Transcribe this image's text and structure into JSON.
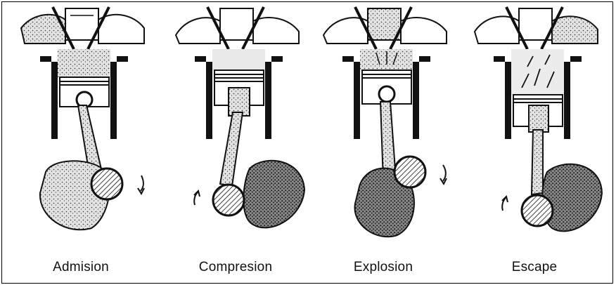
{
  "stages": [
    {
      "label": "Admision"
    },
    {
      "label": "Compresion"
    },
    {
      "label": "Explosion"
    },
    {
      "label": "Escape"
    }
  ],
  "colors": {
    "ink": "#111111",
    "fill_light": "#d8d8d8",
    "fill_dark": "#4a4a4a",
    "paper": "#ffffff"
  }
}
